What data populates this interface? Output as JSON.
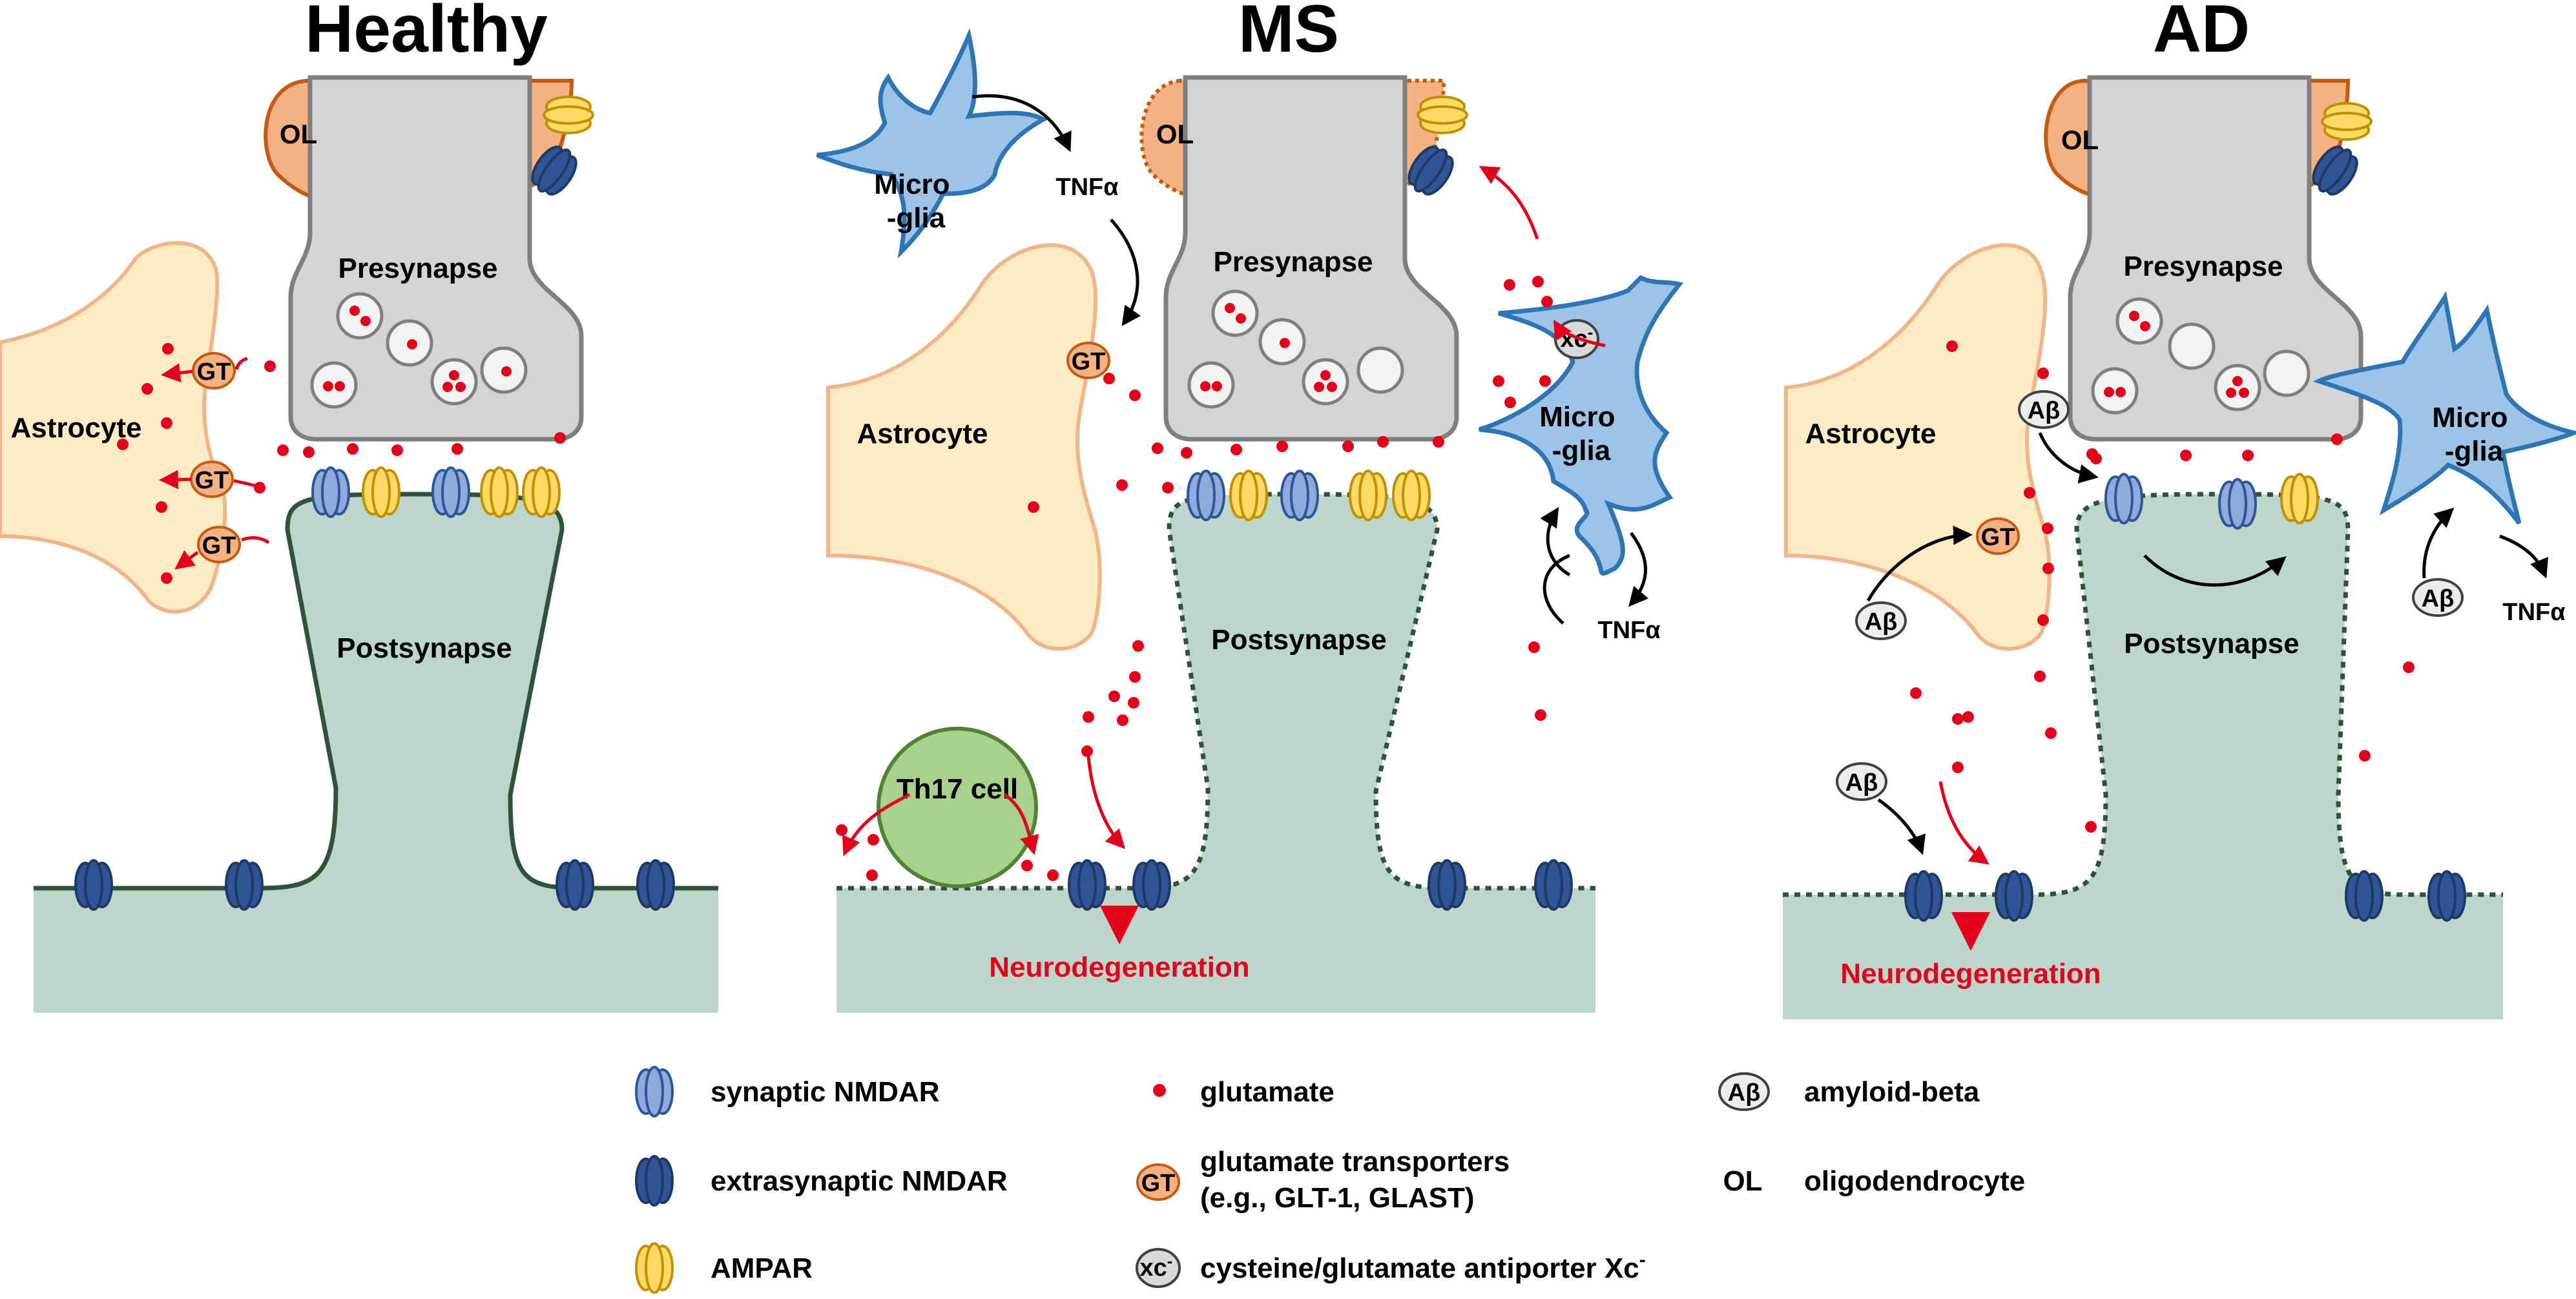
{
  "panels": {
    "healthy": {
      "title": "Healthy",
      "ol": "OL",
      "presynapse": "Presynapse",
      "postsynapse": "Postsynapse",
      "astrocyte": "Astrocyte",
      "gt": "GT"
    },
    "ms": {
      "title": "MS",
      "ol": "OL",
      "presynapse": "Presynapse",
      "postsynapse": "Postsynapse",
      "astrocyte": "Astrocyte",
      "gt": "GT",
      "microglia_a_line1": "Micro",
      "microglia_a_line2": "-glia",
      "microglia_b_line1": "Micro",
      "microglia_b_line2": "-glia",
      "tnf_a": "TNFα",
      "tnf_b": "TNFα",
      "xc": "xc",
      "xc_sup": "-",
      "th17": "Th17 cell",
      "neurodegeneration": "Neurodegeneration"
    },
    "ad": {
      "title": "AD",
      "ol": "OL",
      "presynapse": "Presynapse",
      "postsynapse": "Postsynapse",
      "astrocyte": "Astrocyte",
      "gt": "GT",
      "microglia_line1": "Micro",
      "microglia_line2": "-glia",
      "tnf": "TNFα",
      "abeta": "Aβ",
      "neurodegeneration": "Neurodegeneration"
    }
  },
  "legend": {
    "synaptic_nmdar": "synaptic NMDAR",
    "extrasynaptic_nmdar": "extrasynaptic NMDAR",
    "ampar": "AMPAR",
    "glutamate": "glutamate",
    "gt_line1": "glutamate transporters",
    "gt_line2": "(e.g., GLT-1, GLAST)",
    "xc_label": "cysteine/glutamate antiporter Xc",
    "xc_label_sup": "-",
    "abeta": "amyloid-beta",
    "ol_abbr": "OL",
    "ol_label": "oligodendrocyte",
    "gt_icon": "GT",
    "xc_icon": "xc",
    "abeta_icon": "Aβ"
  },
  "colors": {
    "astrocyte_fill": "#fdebc6",
    "astrocyte_stroke": "#f0b68a",
    "neuron_fill": "#d4d4d4",
    "neuron_stroke": "#7f7f7f",
    "post_fill": "#bcd6cb",
    "post_stroke": "#2f5238",
    "ol_fill": "#f4b183",
    "ol_stroke": "#c55a11",
    "microglia_fill": "#9dc3e6",
    "microglia_stroke": "#2e75b6",
    "glutamate": "#e3001b",
    "synaptic_nmdar": "#8faadc",
    "extrasynaptic_nmdar": "#2f5597",
    "ampar": "#ffd966",
    "th17_fill": "#a9d18e",
    "neurodegeneration_text": "#e3001b"
  },
  "icons": [
    "synaptic-nmdar-icon",
    "extrasynaptic-nmdar-icon",
    "ampar-icon",
    "glutamate-icon",
    "gt-icon",
    "xc-antiporter-icon",
    "amyloid-beta-icon",
    "microglia-icon",
    "astrocyte-icon",
    "oligodendrocyte-icon"
  ]
}
